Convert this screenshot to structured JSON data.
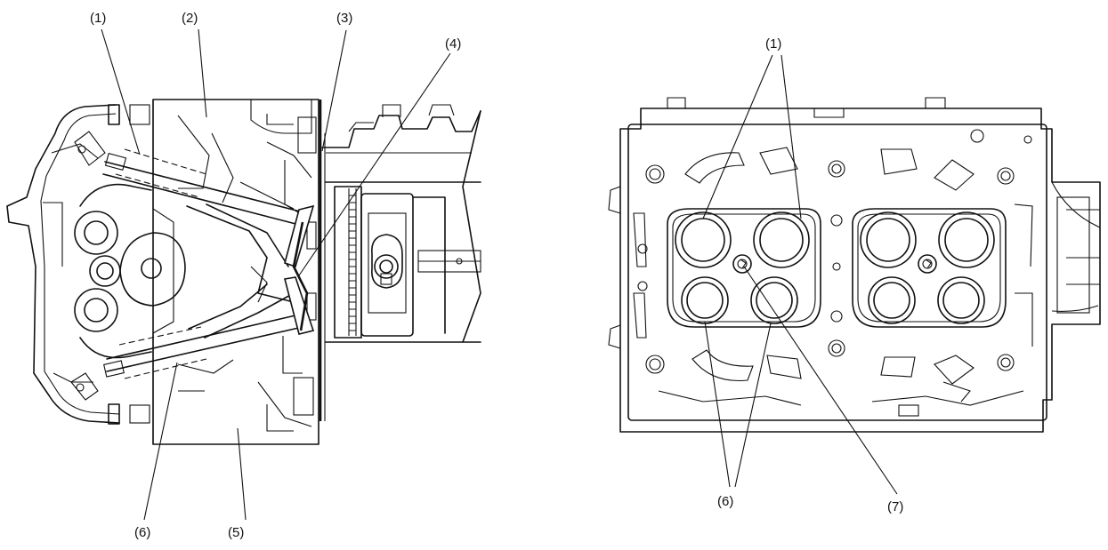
{
  "labels": {
    "left": {
      "l1": "(1)",
      "l2": "(2)",
      "l3": "(3)",
      "l4": "(4)",
      "l5": "(5)",
      "l6": "(6)"
    },
    "right": {
      "r1": "(1)",
      "r6": "(6)",
      "r7": "(7)"
    }
  }
}
